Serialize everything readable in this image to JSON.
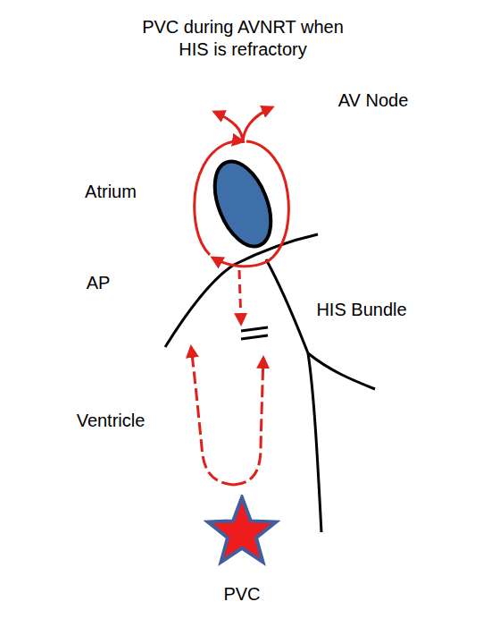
{
  "diagram": {
    "title": "PVC during AVNRT when HIS is refractory",
    "nodes": [
      {
        "text": [
          "PVC"
        ]
      }
    ],
    "labels": [
      "AV Node",
      "Atrium",
      "AP",
      "HIS Bundle",
      "Ventricle"
    ]
  }
}
